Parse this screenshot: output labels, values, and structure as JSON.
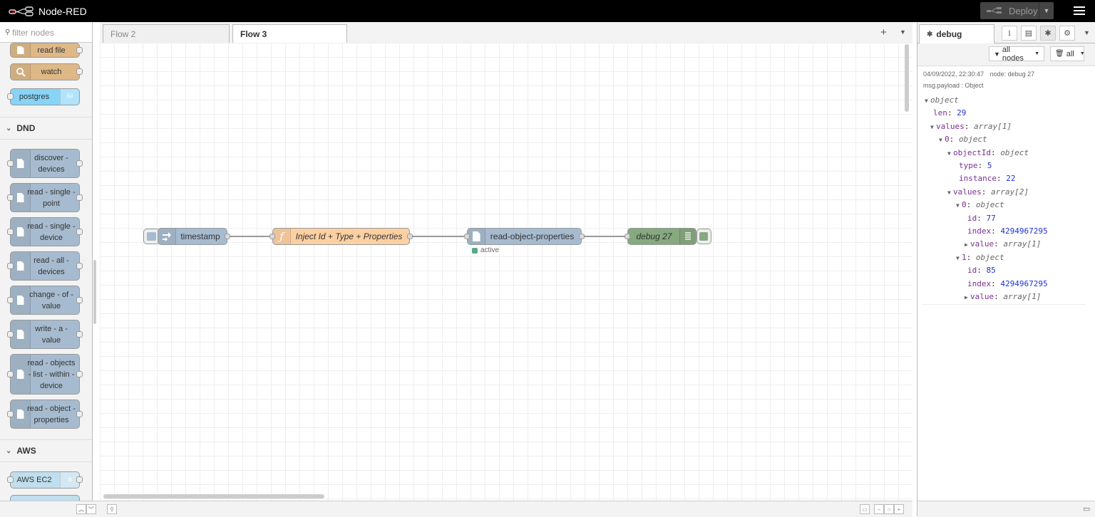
{
  "header": {
    "app_title": "Node-RED",
    "deploy_label": "Deploy"
  },
  "palette": {
    "search_placeholder": "filter nodes",
    "top_nodes": [
      {
        "label": "read file",
        "icon": "file-icon"
      },
      {
        "label": "watch",
        "icon": "watch-icon"
      },
      {
        "label": "postgres",
        "icon": "database-icon"
      }
    ],
    "categories": [
      {
        "name": "DND",
        "nodes": [
          {
            "label": "discover - devices"
          },
          {
            "label": "read - single - point"
          },
          {
            "label": "read - single - device"
          },
          {
            "label": "read - all - devices"
          },
          {
            "label": "change - of - value"
          },
          {
            "label": "write - a - value"
          },
          {
            "label": "read - objects - list - within - device"
          },
          {
            "label": "read - object - properties"
          }
        ]
      },
      {
        "name": "AWS",
        "nodes": [
          {
            "label": "AWS EC2"
          }
        ]
      }
    ]
  },
  "workspace": {
    "tabs": [
      {
        "label": "Flow 2",
        "active": false
      },
      {
        "label": "Flow 3",
        "active": true
      }
    ],
    "nodes": [
      {
        "id": "timestamp",
        "label": "timestamp",
        "color": "#a6bbcf",
        "icon": "inject-arrow-icon"
      },
      {
        "id": "func",
        "label": "Inject Id + Type + Properties",
        "color": "#fdd0a2",
        "icon": "function-icon"
      },
      {
        "id": "rop",
        "label": "read-object-properties",
        "color": "#a6bbcf",
        "icon": "file-icon",
        "status": "active"
      },
      {
        "id": "debug",
        "label": "debug 27",
        "color": "#87a980",
        "icon": "debug-list-icon"
      }
    ]
  },
  "sidebar": {
    "tab_label": "debug",
    "filter_nodes_label": "all nodes",
    "clear_label": "all",
    "message": {
      "timestamp": "04/09/2022, 22:30:47",
      "node": "node: debug 27",
      "path": "msg.payload : Object",
      "tree": [
        {
          "key": "",
          "type": "object",
          "depth": 0,
          "arrow": "down"
        },
        {
          "key": "len",
          "value": "29",
          "depth": 1
        },
        {
          "key": "values",
          "type": "array[1]",
          "depth": 1,
          "arrow": "down"
        },
        {
          "key": "0",
          "type": "object",
          "depth": 2,
          "arrow": "down"
        },
        {
          "key": "objectId",
          "type": "object",
          "depth": 3,
          "arrow": "down"
        },
        {
          "key": "type",
          "value": "5",
          "depth": 4
        },
        {
          "key": "instance",
          "value": "22",
          "depth": 4
        },
        {
          "key": "values",
          "type": "array[2]",
          "depth": 3,
          "arrow": "down"
        },
        {
          "key": "0",
          "type": "object",
          "depth": 4,
          "arrow": "down"
        },
        {
          "key": "id",
          "value": "77",
          "depth": 5
        },
        {
          "key": "index",
          "value": "4294967295",
          "depth": 5
        },
        {
          "key": "value",
          "type": "array[1]",
          "depth": 5,
          "arrow": "right"
        },
        {
          "key": "1",
          "type": "object",
          "depth": 4,
          "arrow": "down"
        },
        {
          "key": "id",
          "value": "85",
          "depth": 5
        },
        {
          "key": "index",
          "value": "4294967295",
          "depth": 5
        },
        {
          "key": "value",
          "type": "array[1]",
          "depth": 5,
          "arrow": "right"
        }
      ]
    }
  }
}
